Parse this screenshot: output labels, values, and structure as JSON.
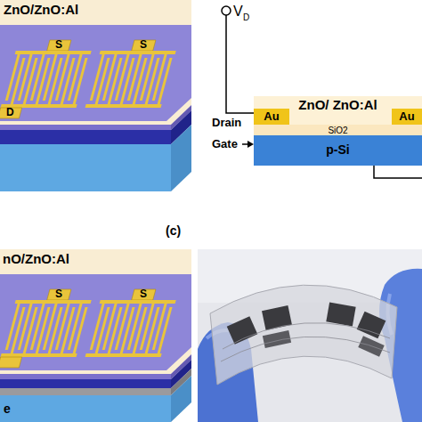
{
  "diagram": {
    "nodes": [
      {
        "text": [
          "ZnO/ ZnO:Al"
        ]
      },
      {
        "text": [
          "Au"
        ],
        "in": 0
      },
      {
        "text": [
          "Au"
        ],
        "in": 0
      },
      {
        "text": [
          "SiO2"
        ]
      },
      {
        "text": [
          "p-Si"
        ]
      }
    ],
    "labels": [
      "ZnO/ZnO:Al",
      "S",
      "S",
      "D",
      "V",
      "D",
      "Drain",
      "Gate",
      "(c)",
      "nO/ZnO:Al",
      "S",
      "S",
      "e"
    ]
  }
}
